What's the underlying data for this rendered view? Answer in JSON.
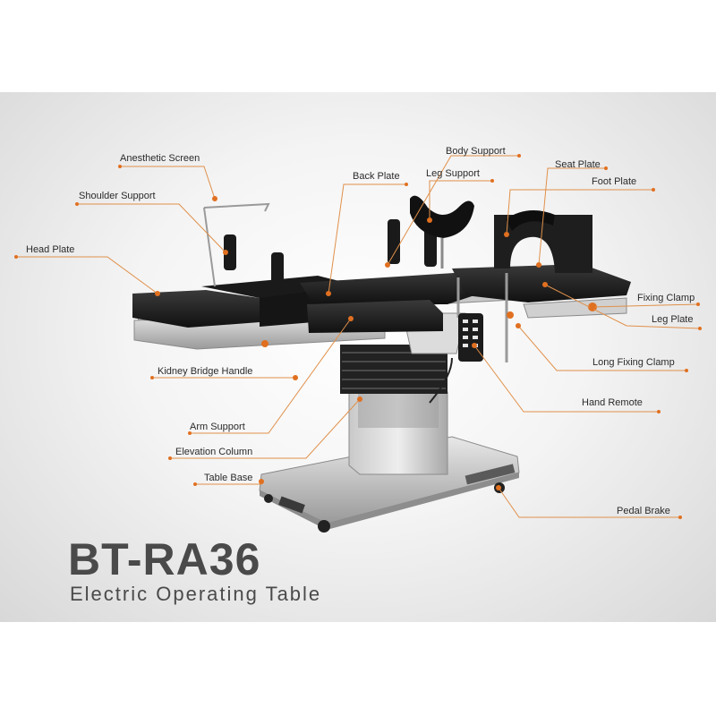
{
  "product": {
    "model": "BT-RA36",
    "subtitle": "Electric Operating Table"
  },
  "labels": {
    "anesthetic_screen": "Anesthetic Screen",
    "shoulder_support": "Shoulder Support",
    "head_plate": "Head Plate",
    "kidney_bridge_handle": "Kidney Bridge Handle",
    "arm_support": "Arm Support",
    "elevation_column": "Elevation Column",
    "table_base": "Table Base",
    "body_support": "Body Support",
    "back_plate": "Back Plate",
    "leg_support": "Leg Support",
    "seat_plate": "Seat Plate",
    "foot_plate": "Foot Plate",
    "fixing_clamp": "Fixing Clamp",
    "leg_plate": "Leg Plate",
    "long_fixing_clamp": "Long Fixing Clamp",
    "hand_remote": "Hand Remote",
    "pedal_brake": "Pedal Brake"
  },
  "colors": {
    "leader_line": "#e0904a",
    "leader_dot": "#e07020",
    "title_text": "#4a4a4a",
    "pad": "#1c1c1c",
    "steel": "#b8b8b8"
  }
}
